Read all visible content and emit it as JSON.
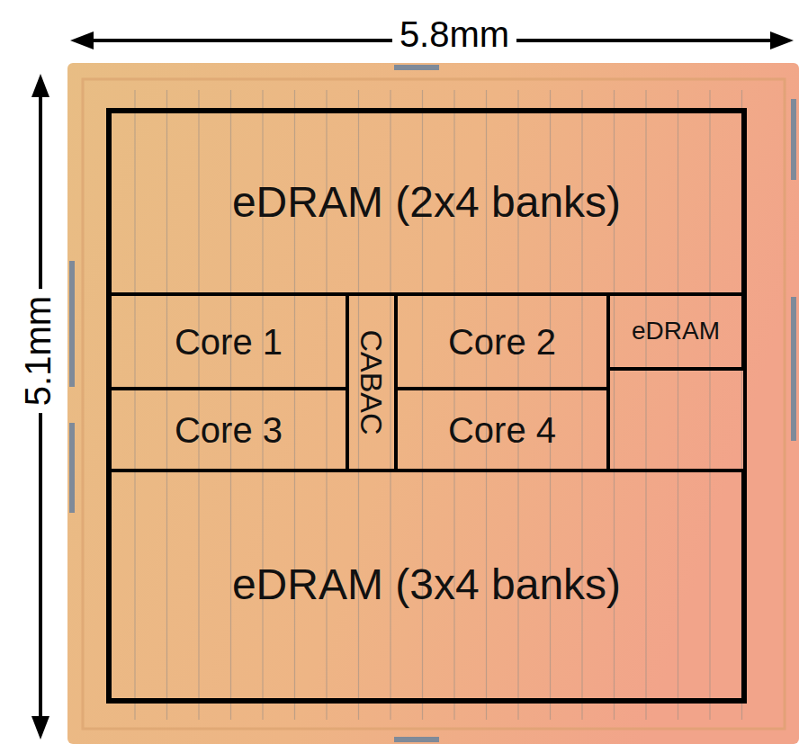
{
  "diagram": {
    "nodes": [
      {
        "text": [
          "eDRAM (2x4 banks)"
        ]
      },
      {
        "text": [
          "Core 1"
        ]
      },
      {
        "text": [
          "CABAC"
        ]
      },
      {
        "text": [
          "Core 2"
        ]
      },
      {
        "text": [
          "eDRAM"
        ]
      },
      {
        "text": [
          "Core 3"
        ]
      },
      {
        "text": [
          "Core 4"
        ]
      },
      {
        "text": [
          "eDRAM (3x4 banks)"
        ]
      }
    ],
    "labels": [
      "5.8mm",
      "5.1mm"
    ]
  }
}
